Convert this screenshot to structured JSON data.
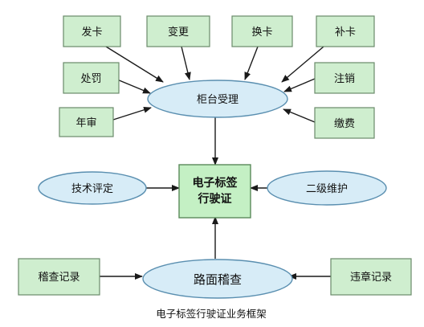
{
  "nodes": {
    "fa_ka": "发卡",
    "bian_geng": "变更",
    "huan_ka": "换卡",
    "bu_ka": "补卡",
    "chu_fa": "处罚",
    "zhu_xiao": "注销",
    "nian_shen": "年审",
    "jiao_fei": "缴费",
    "gui_tai": "柜台受理",
    "center_line1": "电子标签",
    "center_line2": "行驶证",
    "ji_shu": "技术评定",
    "er_ji": "二级维护",
    "ji_cha_jilu": "稽查记录",
    "lu_mian": "路面稽查",
    "wei_zhang": "违章记录"
  },
  "caption": "电子标签行驶证业务框架"
}
